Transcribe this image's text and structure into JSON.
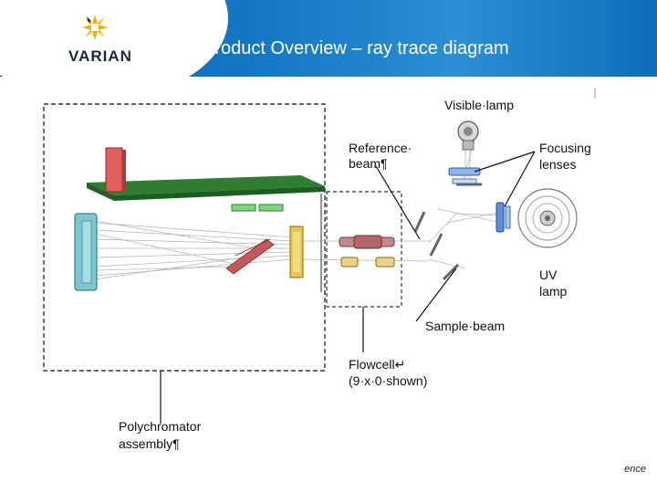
{
  "header": {
    "brand": "VARIAN",
    "title": "Product Overview – ray trace diagram",
    "brand_color": "#0f6db9",
    "accent_color": "#f0b400"
  },
  "labels": {
    "visible_lamp": "Visible·lamp",
    "reference_beam_1": "Reference·",
    "reference_beam_2": "beam¶",
    "focusing_lenses_1": "Focusing",
    "focusing_lenses_2": "lenses",
    "uv_lamp_1": "UV",
    "uv_lamp_2": "lamp",
    "sample_beam": "Sample·beam",
    "flowcell_1": "Flowcell↵",
    "flowcell_2": "(9·x·0·shown)",
    "polychromator_1": "Polychromator",
    "polychromator_2": "assembly¶"
  },
  "footer": {
    "text": "ence"
  }
}
